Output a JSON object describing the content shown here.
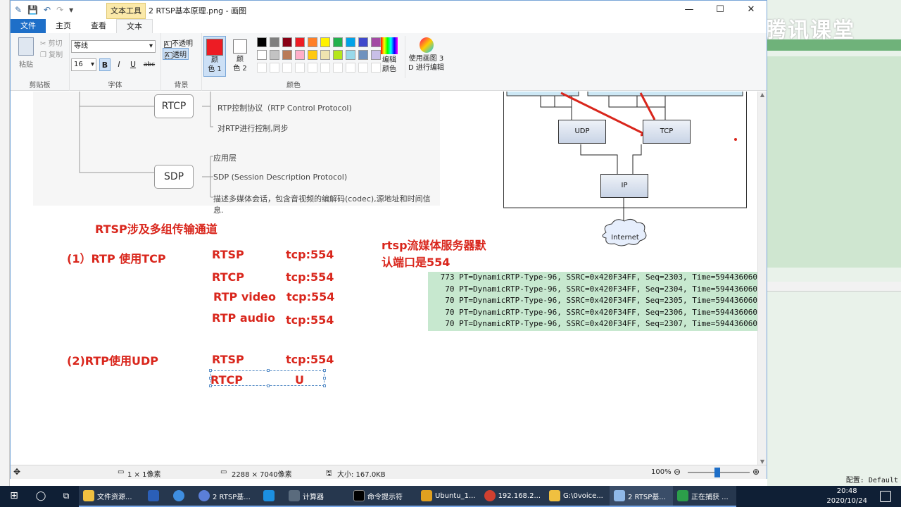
{
  "window": {
    "title": "2 RTSP基本原理.png - 画图",
    "context_tab": "文本工具"
  },
  "tabs": [
    "文件",
    "主页",
    "查看",
    "文本"
  ],
  "ribbon": {
    "clipboard": {
      "paste": "粘贴",
      "cut": "剪切",
      "copy": "复制",
      "label": "剪贴板"
    },
    "font": {
      "family": "等线",
      "size": "16",
      "bold": "B",
      "italic": "I",
      "underline": "U",
      "strike": "abc",
      "label": "字体"
    },
    "background": {
      "opaque": "不透明",
      "transparent": "透明",
      "label": "背景"
    },
    "colors": {
      "color1": "颜\n色 1",
      "color2": "颜\n色 2",
      "edit": "编辑\n颜色",
      "paint3d": "使用画图 3\nD 进行编辑",
      "label": "颜色",
      "primary": "#ed1c24"
    }
  },
  "canvas": {
    "mind": {
      "rtcp": "RTCP",
      "rtcp_desc": "RTP控制协议（RTP Control Protocol)",
      "rtcp_desc2": "对RTP进行控制,同步",
      "sdp": "SDP",
      "sdp_top": "应用层",
      "sdp_desc": "SDP (Session Description Protocol)",
      "sdp_desc2": "描述多媒体会话，包含音视频的编解码(codec),源地址和时间信息."
    },
    "diagram": {
      "udp": "UDP",
      "tcp": "TCP",
      "ip": "IP",
      "internet": "Internet"
    },
    "notes": {
      "heading": "RTSP涉及多组传输通道",
      "tcp_case": "(1）RTP 使用TCP",
      "udp_case": "(2)RTP使用UDP",
      "rows_tcp": [
        [
          "RTSP",
          "tcp:554"
        ],
        [
          "RTCP",
          "tcp:554"
        ],
        [
          "RTP video",
          "tcp:554"
        ],
        [
          "RTP audio",
          "tcp:554"
        ]
      ],
      "rows_udp": [
        [
          "RTSP",
          "tcp:554"
        ],
        [
          "RTCP",
          "U"
        ]
      ],
      "server_note1": "rtsp流媒体服务器默",
      "server_note2": "认端口是554"
    },
    "log": [
      "773 PT=DynamicRTP-Type-96, SSRC=0x420F34FF, Seq=2303, Time=594436060",
      "70 PT=DynamicRTP-Type-96, SSRC=0x420F34FF, Seq=2304, Time=594436060",
      "70 PT=DynamicRTP-Type-96, SSRC=0x420F34FF, Seq=2305, Time=594436060",
      "70 PT=DynamicRTP-Type-96, SSRC=0x420F34FF, Seq=2306, Time=594436060",
      "70 PT=DynamicRTP-Type-96, SSRC=0x420F34FF, Seq=2307, Time=594436060"
    ]
  },
  "status": {
    "cursor": "1 × 1像素",
    "dims": "2288 × 7040像素",
    "size": "大小: 167.0KB",
    "zoom": "100%"
  },
  "right_panel": {
    "watermark": "腾讯课堂",
    "config": "配置: Default"
  },
  "taskbar": {
    "items": [
      "文件资源...",
      "",
      "",
      "2 RTSP基...",
      "",
      "计算器",
      "命令提示符",
      "Ubuntu_1...",
      "192.168.2...",
      "G:\\0voice...",
      "2 RTSP基...",
      "正在捕获 ..."
    ],
    "time": "20:48",
    "date": "2020/10/24"
  }
}
